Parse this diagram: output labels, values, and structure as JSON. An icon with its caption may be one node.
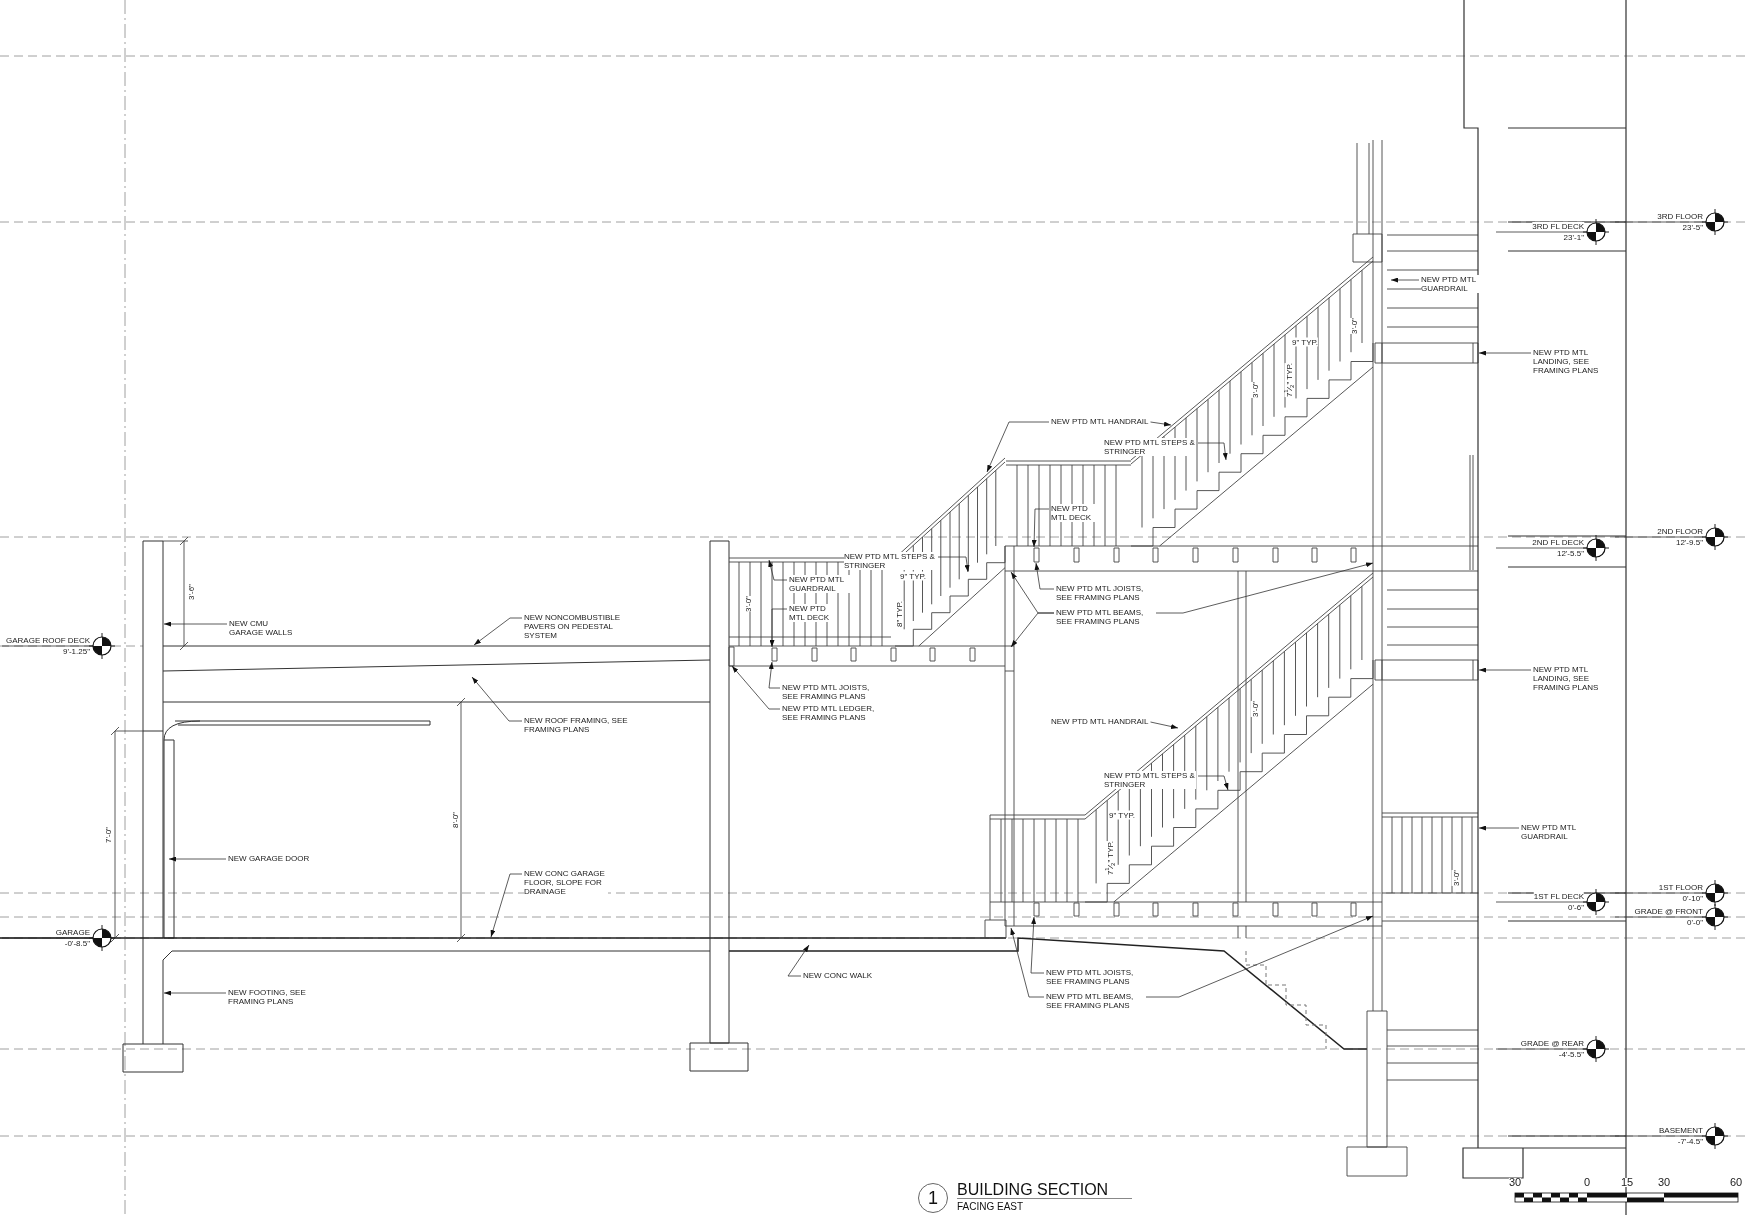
{
  "diagram": {
    "title": "BUILDING SECTION",
    "caption": "FACING EAST",
    "nodes": [
      {
        "text": [
          "NEW PTD MTL GUARDRAIL"
        ]
      },
      {
        "text": [
          "NEW PTD MTL LANDING, SEE FRAMING PLANS"
        ]
      },
      {
        "text": [
          "NEW PTD MTL HANDRAIL"
        ]
      },
      {
        "text": [
          "NEW PTD MTL STEPS & STRINGER"
        ]
      },
      {
        "text": [
          "NEW PTD MTL DECK"
        ]
      },
      {
        "text": [
          "NEW PTD MTL STEPS & STRINGER"
        ]
      },
      {
        "text": [
          "NEW PTD MTL GUARDRAIL"
        ]
      },
      {
        "text": [
          "NEW PTD MTL JOISTS, SEE FRAMING PLANS"
        ]
      },
      {
        "text": [
          "NEW PTD MTL DECK"
        ]
      },
      {
        "text": [
          "NEW PTD MTL BEAMS, SEE FRAMING PLANS"
        ]
      },
      {
        "text": [
          "NEW CMU GARAGE WALLS"
        ]
      },
      {
        "text": [
          "NEW NONCOMBUSTIBLE PAVERS ON PEDESTAL SYSTEM"
        ]
      },
      {
        "text": [
          "NEW PTD MTL LANDING, SEE FRAMING PLANS"
        ]
      },
      {
        "text": [
          "NEW PTD MTL JOISTS, SEE FRAMING PLANS"
        ]
      },
      {
        "text": [
          "NEW PTD MTL LEDGER, SEE FRAMING PLANS"
        ]
      },
      {
        "text": [
          "NEW ROOF FRAMING, SEE FRAMING PLANS"
        ]
      },
      {
        "text": [
          "NEW PTD MTL HANDRAIL"
        ]
      },
      {
        "text": [
          "NEW PTD MTL STEPS & STRINGER"
        ]
      },
      {
        "text": [
          "NEW PTD MTL GUARDRAIL"
        ]
      },
      {
        "text": [
          "NEW GARAGE DOOR"
        ]
      },
      {
        "text": [
          "NEW CONC GARAGE FLOOR, SLOPE FOR DRAINAGE"
        ]
      },
      {
        "text": [
          "NEW CONC WALK"
        ]
      },
      {
        "text": [
          "NEW PTD MTL JOISTS, SEE FRAMING PLANS"
        ]
      },
      {
        "text": [
          "NEW FOOTING, SEE FRAMING PLANS"
        ]
      },
      {
        "text": [
          "NEW PTD MTL BEAMS, SEE FRAMING PLANS"
        ]
      },
      {
        "text": [
          "1"
        ]
      }
    ],
    "edges": [
      {
        "from": 0,
        "to": null,
        "arrow": "to"
      },
      {
        "from": 1,
        "to": null,
        "arrow": "to"
      },
      {
        "from": 2,
        "to": null,
        "arrow": "to"
      },
      {
        "from": 2,
        "to": null,
        "arrow": "to"
      },
      {
        "from": 3,
        "to": null,
        "arrow": "to"
      },
      {
        "from": 4,
        "to": null,
        "arrow": "to"
      },
      {
        "from": 5,
        "to": null,
        "arrow": "to"
      },
      {
        "from": 6,
        "to": null,
        "arrow": "to"
      },
      {
        "from": 7,
        "to": null,
        "arrow": "to"
      },
      {
        "from": 8,
        "to": null,
        "arrow": "to"
      },
      {
        "from": 9,
        "to": null,
        "arrow": "to"
      },
      {
        "from": 9,
        "to": null,
        "arrow": "to"
      },
      {
        "from": 9,
        "to": null,
        "arrow": "to"
      },
      {
        "from": 10,
        "to": null,
        "arrow": "to"
      },
      {
        "from": 11,
        "to": null,
        "arrow": "to"
      },
      {
        "from": 12,
        "to": null,
        "arrow": "to"
      },
      {
        "from": 13,
        "to": null,
        "arrow": "to"
      },
      {
        "from": 14,
        "to": null,
        "arrow": "to"
      },
      {
        "from": 15,
        "to": null,
        "arrow": "to"
      },
      {
        "from": 16,
        "to": null,
        "arrow": "to"
      },
      {
        "from": 17,
        "to": null,
        "arrow": "to"
      },
      {
        "from": 18,
        "to": null,
        "arrow": "to"
      },
      {
        "from": 19,
        "to": null,
        "arrow": "to"
      },
      {
        "from": 20,
        "to": null,
        "arrow": "to"
      },
      {
        "from": 21,
        "to": null,
        "arrow": "to"
      },
      {
        "from": 22,
        "to": null,
        "arrow": "to"
      },
      {
        "from": 23,
        "to": null,
        "arrow": "to"
      },
      {
        "from": 24,
        "to": null,
        "arrow": "to"
      },
      {
        "from": 24,
        "to": null,
        "arrow": "to"
      }
    ],
    "labels": [
      "3RD FLOOR",
      "23'-5\"",
      "3RD FL DECK",
      "23'-1\"",
      "3'-0\"",
      "9\" TYP.",
      "7$^{1}$⁄$_{2}$\" TYP.",
      "3'-0\"",
      "2ND FLOOR",
      "12'-9.5\"",
      "2ND FL DECK",
      "12'-5.5\"",
      "9\" TYP.",
      "3'-6\"",
      "3'-0\"",
      "8\" TYP.",
      "GARAGE ROOF DECK",
      "9'-1.25\"",
      "3'-0\"",
      "8'-0\"",
      "7'-0\"",
      "9\" TYP.",
      "7$^{1}$⁄$_{2}$\" TYP.",
      "3'-0\"",
      "1ST FLOOR",
      "0'-10\"",
      "1ST FL DECK",
      "0'-6\"",
      "GRADE @ FRONT",
      "0'-0\"",
      "GARAGE",
      "-0'-8.5\"",
      "GRADE @ REAR",
      "-4'-5.5\"",
      "BASEMENT",
      "-7'-4.5\"",
      "30",
      "0",
      "15",
      "30",
      "60"
    ]
  }
}
